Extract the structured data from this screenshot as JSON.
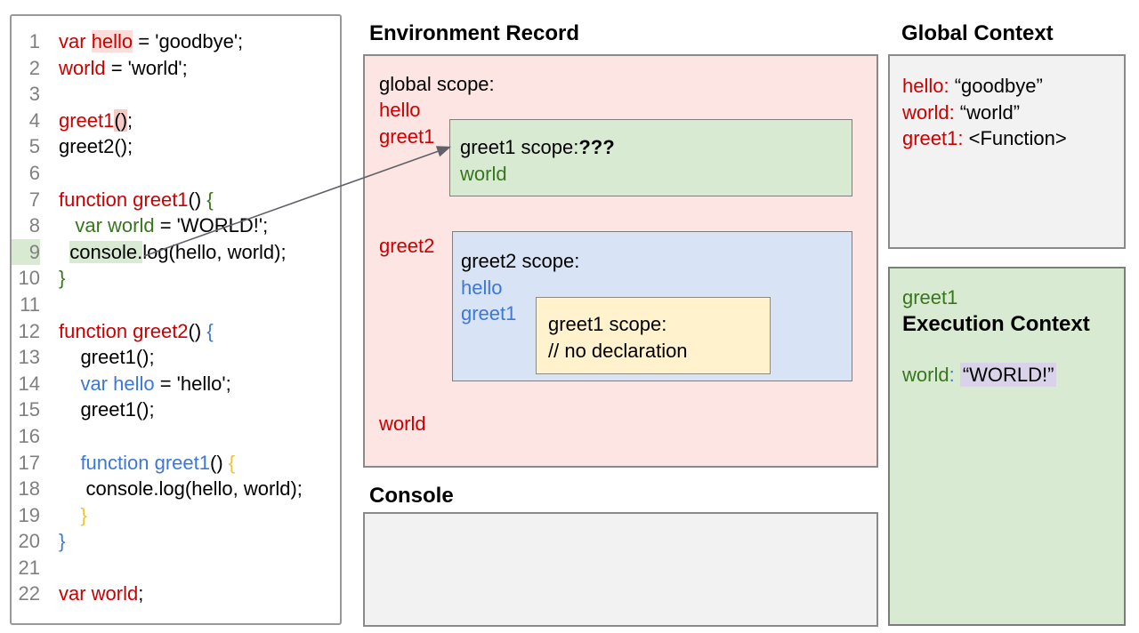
{
  "colors": {
    "accent_red": "#cc0000",
    "accent_green": "#38761d",
    "accent_blue": "#3c78d8",
    "accent_gold": "#f1c232",
    "pink_panel_bg": "#fce5e2",
    "green_panel_bg": "#d9ead3",
    "blue_panel_bg": "#d8e3f5",
    "yellow_panel_bg": "#fff2cc",
    "gray_panel_bg": "#f2f2f2",
    "lavender_highlight": "#d9d2e9",
    "arrow_color": "#5f6368"
  },
  "code_panel": {
    "lines": [
      {
        "n": "1",
        "tokens": [
          {
            "t": "var ",
            "c": "red"
          },
          {
            "t": "hello",
            "c": "red",
            "hl": "pink1"
          },
          {
            "t": " = 'goodbye';",
            "c": "black"
          }
        ]
      },
      {
        "n": "2",
        "tokens": [
          {
            "t": "world",
            "c": "red"
          },
          {
            "t": " = 'world';",
            "c": "black"
          }
        ]
      },
      {
        "n": "3",
        "tokens": []
      },
      {
        "n": "4",
        "tokens": [
          {
            "t": "greet1",
            "c": "red"
          },
          {
            "t": "()",
            "c": "black",
            "hl": "pink2"
          },
          {
            "t": ";",
            "c": "black"
          }
        ]
      },
      {
        "n": "5",
        "tokens": [
          {
            "t": "greet2();",
            "c": "black"
          }
        ]
      },
      {
        "n": "6",
        "tokens": []
      },
      {
        "n": "7",
        "tokens": [
          {
            "t": "function greet1",
            "c": "red"
          },
          {
            "t": "() ",
            "c": "black"
          },
          {
            "t": "{",
            "c": "green"
          }
        ]
      },
      {
        "n": "8",
        "tokens": [
          {
            "t": "   var world",
            "c": "green"
          },
          {
            "t": " = 'WORLD!';",
            "c": "black"
          }
        ]
      },
      {
        "n": "9",
        "n_hl": true,
        "tokens": [
          {
            "t": "  ",
            "c": "black"
          },
          {
            "t": "console.",
            "c": "black",
            "hl": "green"
          },
          {
            "t": "log(hello, world);",
            "c": "black"
          }
        ]
      },
      {
        "n": "10",
        "tokens": [
          {
            "t": "}",
            "c": "green"
          }
        ]
      },
      {
        "n": "11",
        "tokens": []
      },
      {
        "n": "12",
        "tokens": [
          {
            "t": "function greet2",
            "c": "red"
          },
          {
            "t": "() ",
            "c": "black"
          },
          {
            "t": "{",
            "c": "blue"
          }
        ]
      },
      {
        "n": "13",
        "tokens": [
          {
            "t": "    greet1();",
            "c": "black"
          }
        ]
      },
      {
        "n": "14",
        "tokens": [
          {
            "t": "    var hello",
            "c": "blue"
          },
          {
            "t": " = 'hello';",
            "c": "black"
          }
        ]
      },
      {
        "n": "15",
        "tokens": [
          {
            "t": "    greet1();",
            "c": "black"
          }
        ]
      },
      {
        "n": "16",
        "tokens": []
      },
      {
        "n": "17",
        "tokens": [
          {
            "t": "    function greet1",
            "c": "blue"
          },
          {
            "t": "() ",
            "c": "black"
          },
          {
            "t": "{",
            "c": "gold"
          }
        ]
      },
      {
        "n": "18",
        "tokens": [
          {
            "t": "     console.log(hello, world);",
            "c": "black"
          }
        ]
      },
      {
        "n": "19",
        "tokens": [
          {
            "t": "    }",
            "c": "gold"
          }
        ]
      },
      {
        "n": "20",
        "tokens": [
          {
            "t": "}",
            "c": "blue"
          }
        ]
      },
      {
        "n": "21",
        "tokens": []
      },
      {
        "n": "22",
        "tokens": [
          {
            "t": "var world",
            "c": "red"
          },
          {
            "t": ";",
            "c": "black"
          }
        ]
      }
    ]
  },
  "environment_record": {
    "title": "Environment Record",
    "global_scope_label": "global scope:",
    "label_hello": "hello",
    "label_greet1": "greet1",
    "label_greet2": "greet2",
    "label_world": "world",
    "greet1_scope": {
      "title": "greet1 scope:",
      "question": "???",
      "var_world": "world"
    },
    "greet2_scope": {
      "title": "greet2 scope:",
      "var_hello": "hello",
      "var_greet1": "greet1"
    },
    "nested_greet1_scope": {
      "title": "greet1 scope:",
      "comment": "// no declaration"
    }
  },
  "console_panel": {
    "title": "Console"
  },
  "global_context": {
    "title": "Global Context",
    "entries": [
      {
        "key": "hello:",
        "value": " “goodbye”"
      },
      {
        "key": "world:",
        "value": " “world”"
      },
      {
        "key": "greet1:",
        "value": " <Function>"
      }
    ]
  },
  "execution_context": {
    "function_name": "greet1",
    "title": "Execution Context",
    "var_key": "world",
    "var_sep": ": ",
    "var_value": "“WORLD!”"
  }
}
